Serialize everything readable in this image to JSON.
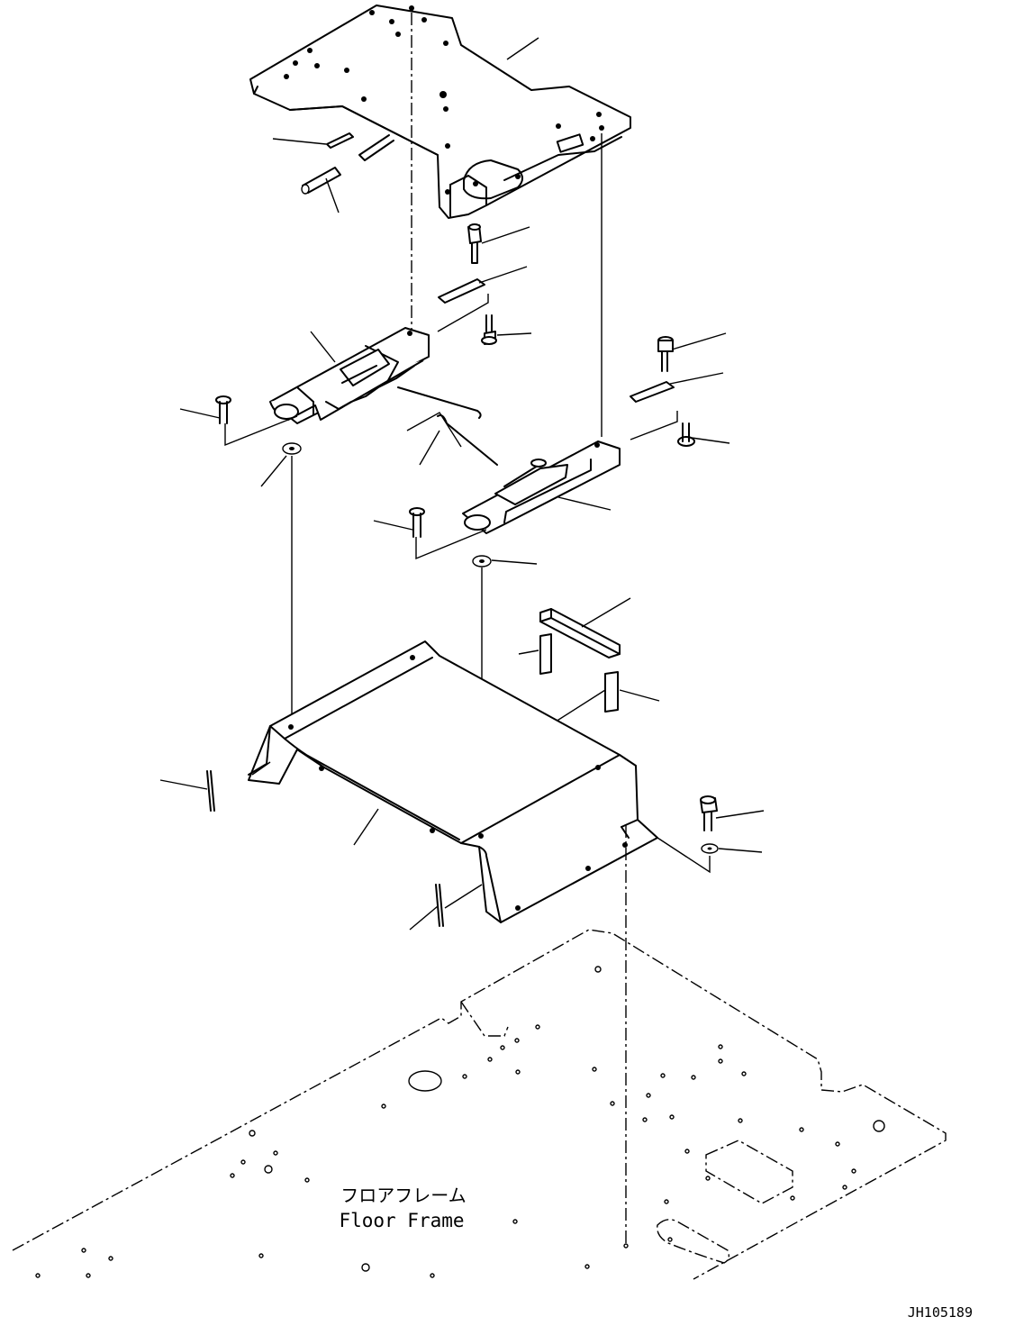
{
  "floor_frame": {
    "label_jp": "フロアフレーム",
    "label_en": "Floor Frame"
  },
  "drawing_id": "JH105189"
}
